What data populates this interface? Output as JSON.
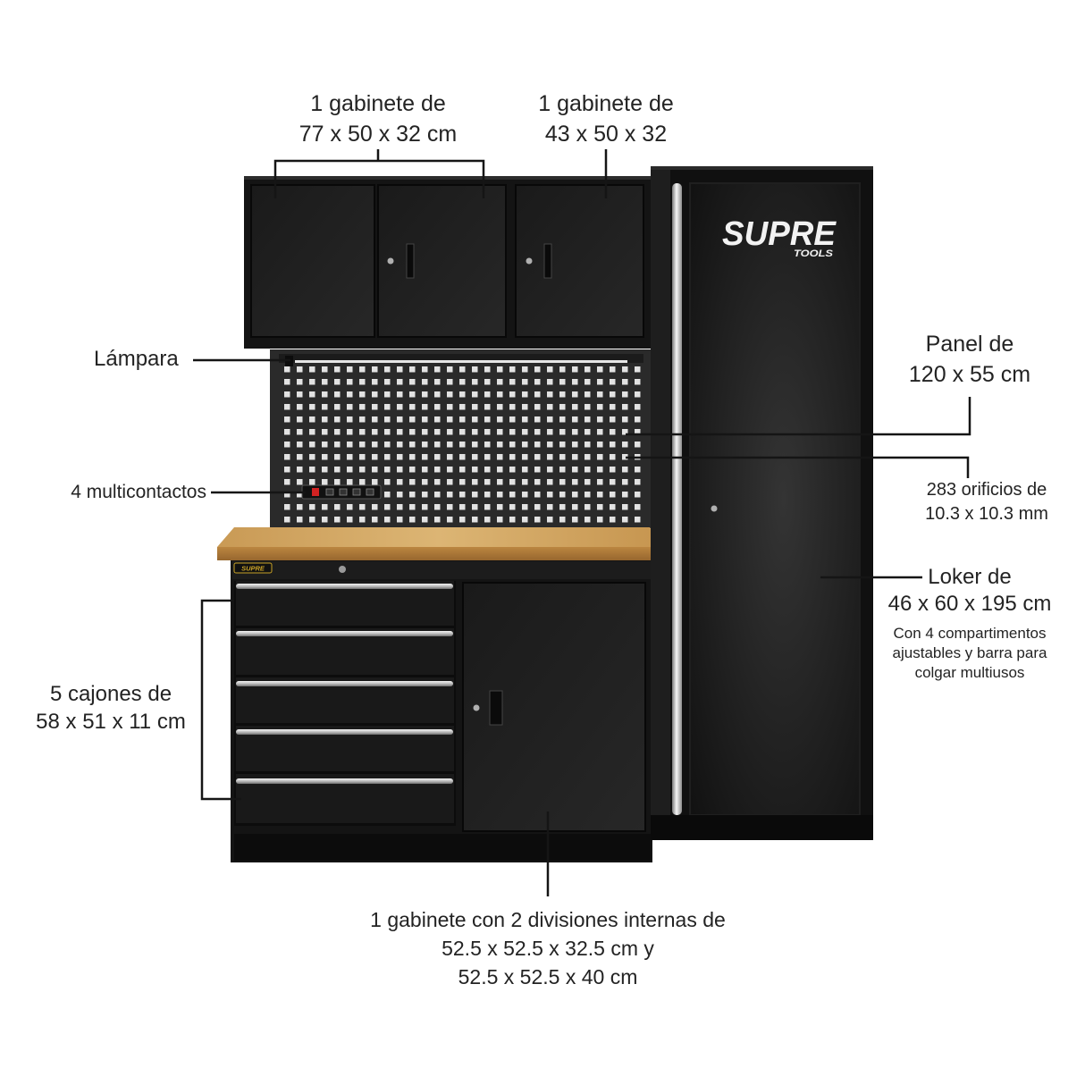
{
  "labels": {
    "upper_cabinet_left": {
      "line1": "1 gabinete de",
      "line2": "77 x 50 x 32 cm"
    },
    "upper_cabinet_right": {
      "line1": "1 gabinete de",
      "line2": "43 x 50 x 32"
    },
    "lamp": "Lámpara",
    "panel": {
      "line1": "Panel de",
      "line2": "120 x 55 cm"
    },
    "holes": {
      "line1": "283 orificios de",
      "line2": "10.3 x 10.3 mm"
    },
    "power_strip": "4 multicontactos",
    "locker": {
      "line1": "Loker de",
      "line2": "46 x 60 x 195 cm",
      "note1": "Con 4 compartimentos",
      "note2": "ajustables y barra para",
      "note3": "colgar multiusos"
    },
    "drawers": {
      "line1": "5 cajones de",
      "line2": "58 x 51 x 11 cm"
    },
    "lower_cabinet": {
      "line1": "1 gabinete con 2 divisiones internas de",
      "line2": "52.5 x 52.5 x 32.5 cm y",
      "line3": "52.5 x 52.5 x 40 cm"
    }
  },
  "brand": {
    "logo_main": "SUPRE",
    "logo_sub": "TOOLS"
  },
  "colors": {
    "background": "#ffffff",
    "text": "#232323",
    "cabinet": "#141414",
    "wood_top": "#dcb574",
    "chrome": "#d0d0d0",
    "badge_gold": "#c9a227",
    "power_switch": "#d22222"
  }
}
